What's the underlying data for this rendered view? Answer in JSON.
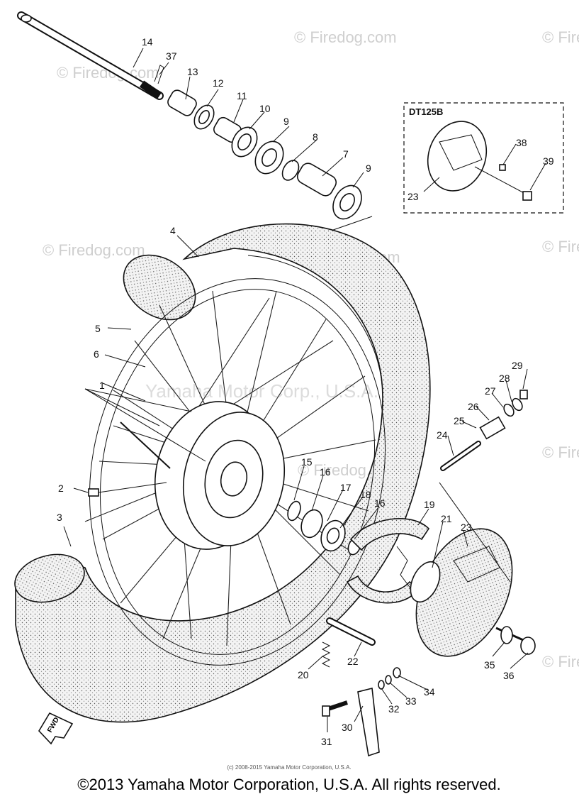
{
  "watermark": "© Firedog.com",
  "center_watermark": "Yamaha Motor Corp., U.S.A.",
  "inset_title": "DT125B",
  "fwd_label": "FWD",
  "small_copyright": "(c) 2008-2015 Yamaha Motor Corporation, U.S.A.",
  "copyright": "©2013 Yamaha Motor Corporation, U.S.A. All rights reserved.",
  "callouts": [
    "1",
    "2",
    "3",
    "4",
    "5",
    "6",
    "7",
    "8",
    "9",
    "9",
    "10",
    "11",
    "12",
    "13",
    "14",
    "15",
    "16",
    "16",
    "17",
    "18",
    "19",
    "20",
    "21",
    "22",
    "23",
    "23",
    "24",
    "25",
    "26",
    "27",
    "28",
    "29",
    "30",
    "31",
    "32",
    "33",
    "34",
    "35",
    "36",
    "37",
    "38",
    "39"
  ]
}
